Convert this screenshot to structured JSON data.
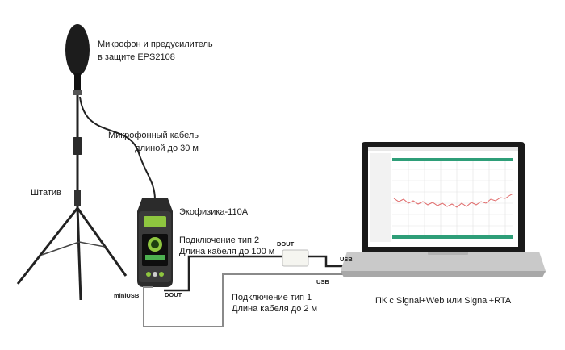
{
  "labels": {
    "mic_line1": "Микрофон и предусилитель",
    "mic_line2": "в защите EPS2108",
    "cable_line1": "Микрофонный кабель",
    "cable_line2": "длиной до 30 м",
    "tripod": "Штатив",
    "device": "Экофизика-110А",
    "conn2_line1": "Подключение тип 2",
    "conn2_line2": "Длина кабеля до 100 м",
    "conn1_line1": "Подключение тип 1",
    "conn1_line2": "Длина кабеля до 2 м",
    "pc": "ПК с Signal+Web или Signal+RTA",
    "dout_top": "DOUT",
    "dout_bottom": "DOUT",
    "usb_top": "USB",
    "usb_bottom": "USB",
    "miniusb": "miniUSB"
  },
  "colors": {
    "cable": "#3a3a3a",
    "cable_gray": "#8a8a8a",
    "device_green": "#8ec63f",
    "spectrum": "#e06a6a",
    "screen_bar": "#2e9e78"
  }
}
